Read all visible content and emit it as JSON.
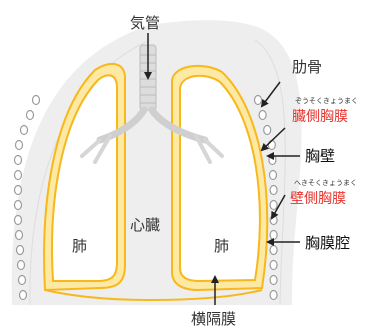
{
  "labels": {
    "trachea": "気管",
    "rib": "肋骨",
    "visceral_pleura": "臓側胸膜",
    "visceral_pleura_reading": "ぞうそくきょうまく",
    "chest_wall": "胸壁",
    "parietal_pleura": "壁側胸膜",
    "parietal_pleura_reading": "へきそくきょうまく",
    "pleural_cavity": "胸膜腔",
    "heart": "心臓",
    "lung_left": "肺",
    "lung_right": "肺",
    "diaphragm": "横隔膜"
  },
  "colors": {
    "pleura_yellow": "#f7b81c",
    "pleura_light": "#fde9a3",
    "chest_gray": "#eeeeee",
    "rib_outline": "#9a9a9a",
    "trachea": "#d9d9d9",
    "red_label": "#e8352f"
  }
}
